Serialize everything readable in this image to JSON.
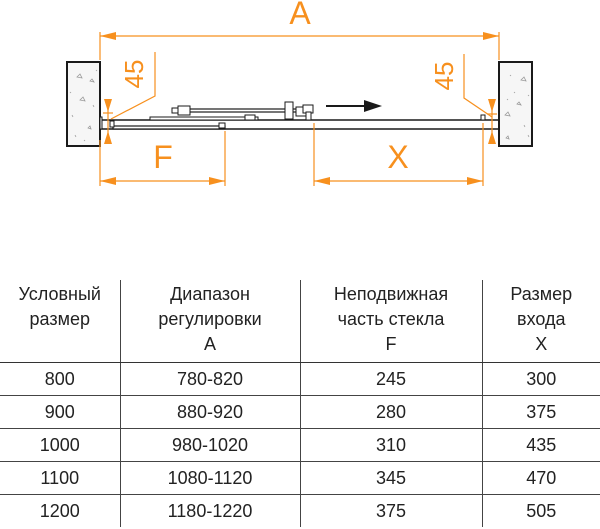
{
  "diagram": {
    "labels": {
      "overall_width": "A",
      "fixed_glass": "F",
      "entrance": "X",
      "left_angle": "45",
      "right_angle": "45"
    },
    "colors": {
      "dimension": "#F7901E",
      "outline": "#1a1a1a",
      "wall_fill": "#f4f4f4"
    },
    "direction_arrow": "sliding-right"
  },
  "table": {
    "headers": [
      {
        "lines": [
          "Условный",
          "размер"
        ]
      },
      {
        "lines": [
          "Диапазон",
          "регулировки",
          "A"
        ]
      },
      {
        "lines": [
          "Неподвижная",
          "часть стекла",
          "F"
        ]
      },
      {
        "lines": [
          "Размер",
          "входа",
          "X"
        ]
      }
    ],
    "rows": [
      [
        "800",
        "780-820",
        "245",
        "300"
      ],
      [
        "900",
        "880-920",
        "280",
        "375"
      ],
      [
        "1000",
        "980-1020",
        "310",
        "435"
      ],
      [
        "1100",
        "1080-1120",
        "345",
        "470"
      ],
      [
        "1200",
        "1180-1220",
        "375",
        "505"
      ]
    ]
  }
}
